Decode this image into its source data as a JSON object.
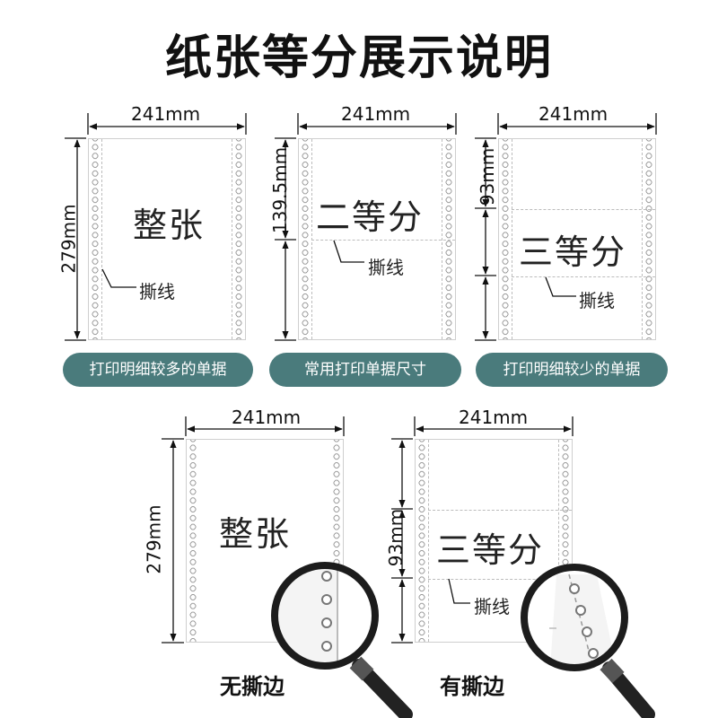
{
  "title": "纸张等分展示说明",
  "width_label": "241mm",
  "height_label": "279mm",
  "half_label": "139.5mm",
  "third_label": "93mm",
  "panel1": {
    "name": "整张",
    "tear": "撕线",
    "pill": "打印明细较多的单据"
  },
  "panel2": {
    "name": "二等分",
    "tear": "撕线",
    "pill": "常用打印单据尺寸"
  },
  "panel3": {
    "name": "三等分",
    "tear": "撕线",
    "pill": "打印明细较少的单据"
  },
  "panel4": {
    "name": "整张",
    "caption": "无撕边"
  },
  "panel5": {
    "name": "三等分",
    "tear": "撕线",
    "caption": "有撕边"
  },
  "colors": {
    "pill": "#4a7b7c",
    "sheet_border": "#cfcfcf",
    "perforation": "#bcbcbc"
  }
}
